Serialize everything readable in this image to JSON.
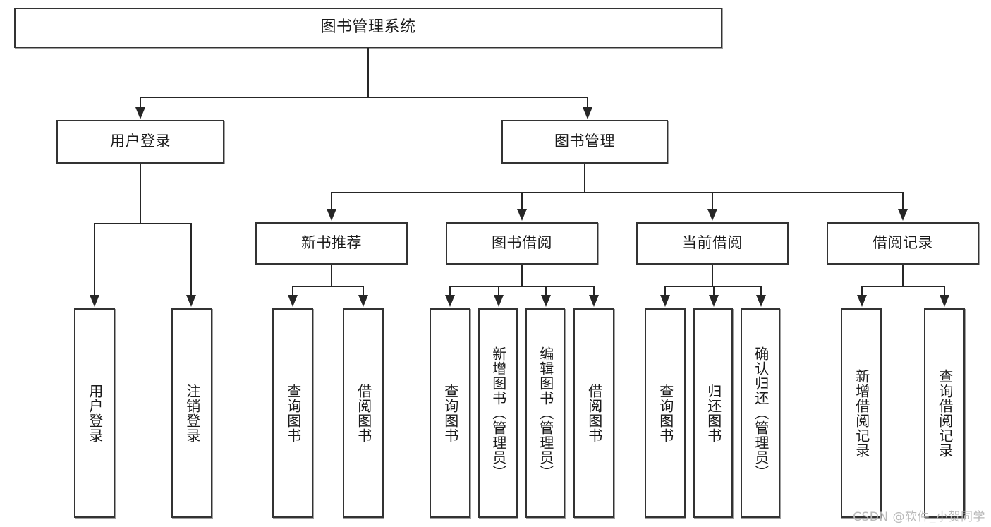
{
  "diagram": {
    "title": "图书管理系统",
    "type": "functional-structure-tree",
    "root": {
      "id": "root",
      "label": "图书管理系统"
    },
    "level2": [
      {
        "id": "user-login",
        "label": "用户登录"
      },
      {
        "id": "book-management",
        "label": "图书管理"
      }
    ],
    "level3": [
      {
        "id": "new-book-recommend",
        "label": "新书推荐"
      },
      {
        "id": "book-borrow",
        "label": "图书借阅"
      },
      {
        "id": "current-borrow",
        "label": "当前借阅"
      },
      {
        "id": "borrow-record",
        "label": "借阅记录"
      }
    ],
    "leaves": {
      "user_login": [
        {
          "id": "leaf-user-login",
          "label": "用户登录"
        },
        {
          "id": "leaf-user-logout",
          "label": "注销登录"
        }
      ],
      "new_book_recommend": [
        {
          "id": "leaf-query-book-1",
          "label": "查询图书"
        },
        {
          "id": "leaf-borrow-book-1",
          "label": "借阅图书"
        }
      ],
      "book_borrow": [
        {
          "id": "leaf-query-book-2",
          "label": "查询图书"
        },
        {
          "id": "leaf-add-book",
          "label": "新增图书（管理员）"
        },
        {
          "id": "leaf-edit-book",
          "label": "编辑图书（管理员）"
        },
        {
          "id": "leaf-borrow-book-2",
          "label": "借阅图书"
        }
      ],
      "current_borrow": [
        {
          "id": "leaf-query-book-3",
          "label": "查询图书"
        },
        {
          "id": "leaf-return-book",
          "label": "归还图书"
        },
        {
          "id": "leaf-confirm-return",
          "label": "确认归还（管理员）"
        }
      ],
      "borrow_record": [
        {
          "id": "leaf-add-borrow-record",
          "label": "新增借阅记录"
        },
        {
          "id": "leaf-query-borrow-record",
          "label": "查询借阅记录"
        }
      ]
    }
  },
  "watermark": {
    "text": "CSDN @软件_小贺同学"
  },
  "colors": {
    "box_border": "#333333",
    "connector": "#262626",
    "text": "#1a1a1a",
    "background": "#ffffff",
    "watermark": "#b9b9b9"
  }
}
